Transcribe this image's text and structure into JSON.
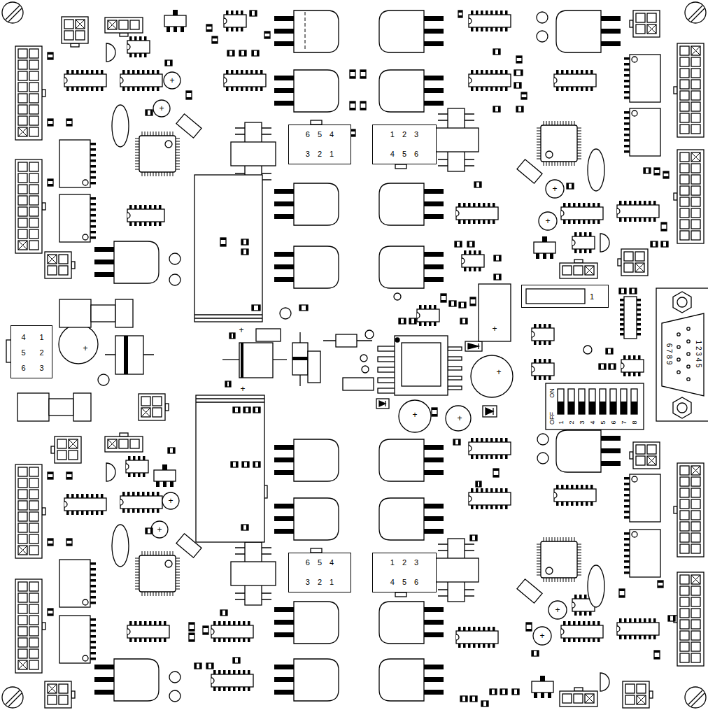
{
  "diagram": {
    "nodes": [
      {
        "text": [
          "6 5 4",
          "3 2 1"
        ]
      },
      {
        "text": [
          "1 2 3",
          "4 5 6"
        ]
      },
      {
        "text": [
          "1"
        ]
      },
      {
        "text": [
          "4 5 6",
          "1 2 3"
        ]
      },
      {
        "text": [
          "6 5 4",
          "3 2 1"
        ]
      },
      {
        "text": [
          "1 2 3",
          "4 5 6"
        ]
      }
    ],
    "labels": [
      "+",
      "+",
      "+",
      "+",
      "+",
      "+",
      "+",
      "+",
      "+",
      "+",
      "+",
      "+",
      "+",
      "+",
      "+",
      "6 7 8 9",
      "1 2 3 4 5",
      "ON",
      "OFF",
      "1",
      "2",
      "3",
      "4",
      "5",
      "6",
      "7",
      "8"
    ]
  }
}
